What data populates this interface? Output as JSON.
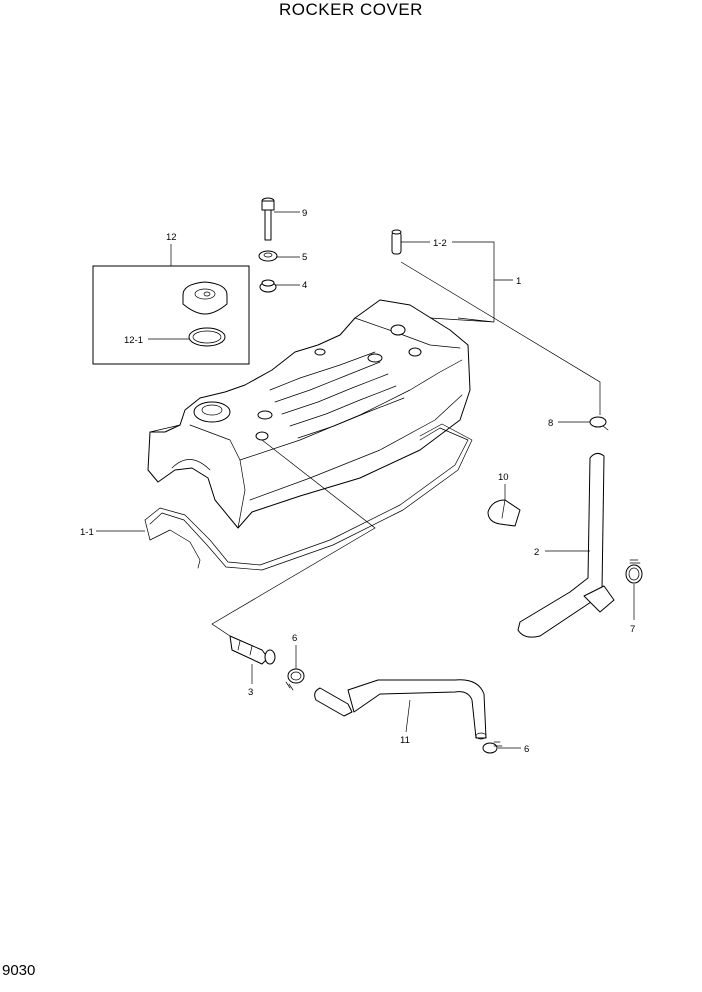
{
  "title": "ROCKER COVER",
  "page_number": "9030",
  "callouts": {
    "p1": "1",
    "p1_1": "1-1",
    "p1_2": "1-2",
    "p2": "2",
    "p3": "3",
    "p4": "4",
    "p5": "5",
    "p6a": "6",
    "p6b": "6",
    "p7": "7",
    "p8": "8",
    "p9": "9",
    "p10": "10",
    "p11": "11",
    "p12": "12",
    "p12_1": "12-1"
  }
}
